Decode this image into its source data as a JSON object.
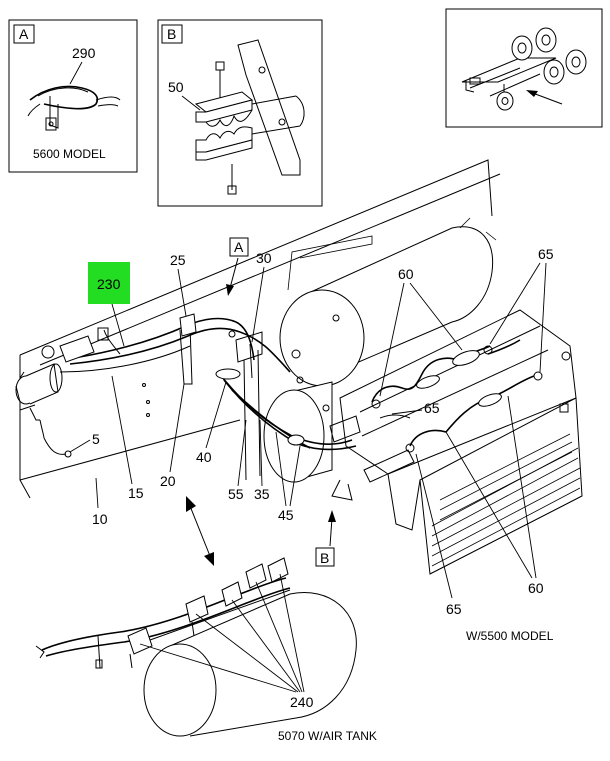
{
  "detail_views": [
    {
      "id": "detail-a",
      "letter": "A",
      "callout": "290",
      "caption": "5600 MODEL"
    },
    {
      "id": "detail-b",
      "letter": "B",
      "callout": "50",
      "caption": ""
    }
  ],
  "view_letters": {
    "a": "A",
    "b": "B"
  },
  "callouts": {
    "c230": "230",
    "c25": "25",
    "c30": "30",
    "c5": "5",
    "c15": "15",
    "c20": "20",
    "c10": "10",
    "c40": "40",
    "c55": "55",
    "c35": "35",
    "c45": "45",
    "c60a": "60",
    "c65a": "65",
    "c65b": "65",
    "c65c": "65",
    "c60b": "60",
    "c240": "240"
  },
  "captions": {
    "w5500": "W/5500 MODEL",
    "m5070": "5070 W/AIR TANK"
  },
  "highlight_color": "#22dd22"
}
